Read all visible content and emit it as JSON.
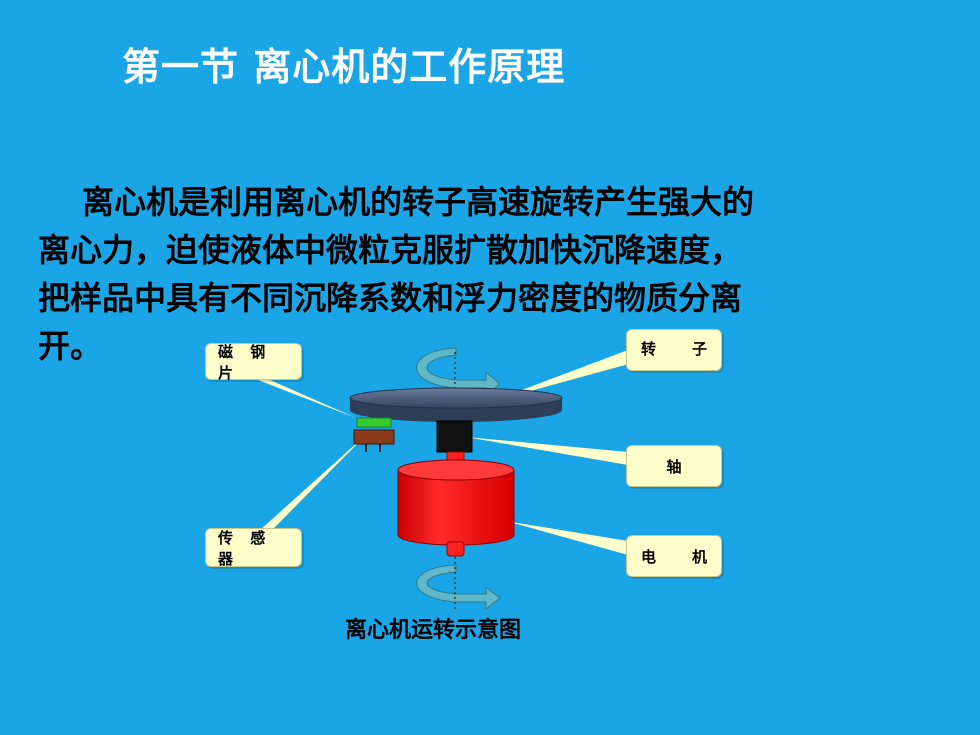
{
  "slide": {
    "title": "第一节  离心机的工作原理",
    "paragraph_lines": [
      "离心机是利用离心机的转子高速旋转产生强大的",
      "离心力，迫使液体中微粒克服扩散加快沉降速度，",
      "把样品中具有不同沉降系数和浮力密度的物质分离",
      "开。"
    ]
  },
  "diagram": {
    "caption": "离心机运转示意图",
    "labels": {
      "magnet": "磁 钢 片",
      "rotor_a": "转",
      "rotor_b": "子",
      "shaft": "轴",
      "sensor": "传 感 器",
      "motor_a": "电",
      "motor_b": "机"
    },
    "colors": {
      "background": "#1aa6e6",
      "rotor": "#4a5f80",
      "motor": "#ff1a1a",
      "shaft": "#111111",
      "magnet": "#33cc33",
      "sensor": "#8b3a1a",
      "callout": "#ffffcc",
      "arrow": "#5fb8c8"
    },
    "icons": [
      "rotation-arrow-icon"
    ]
  }
}
